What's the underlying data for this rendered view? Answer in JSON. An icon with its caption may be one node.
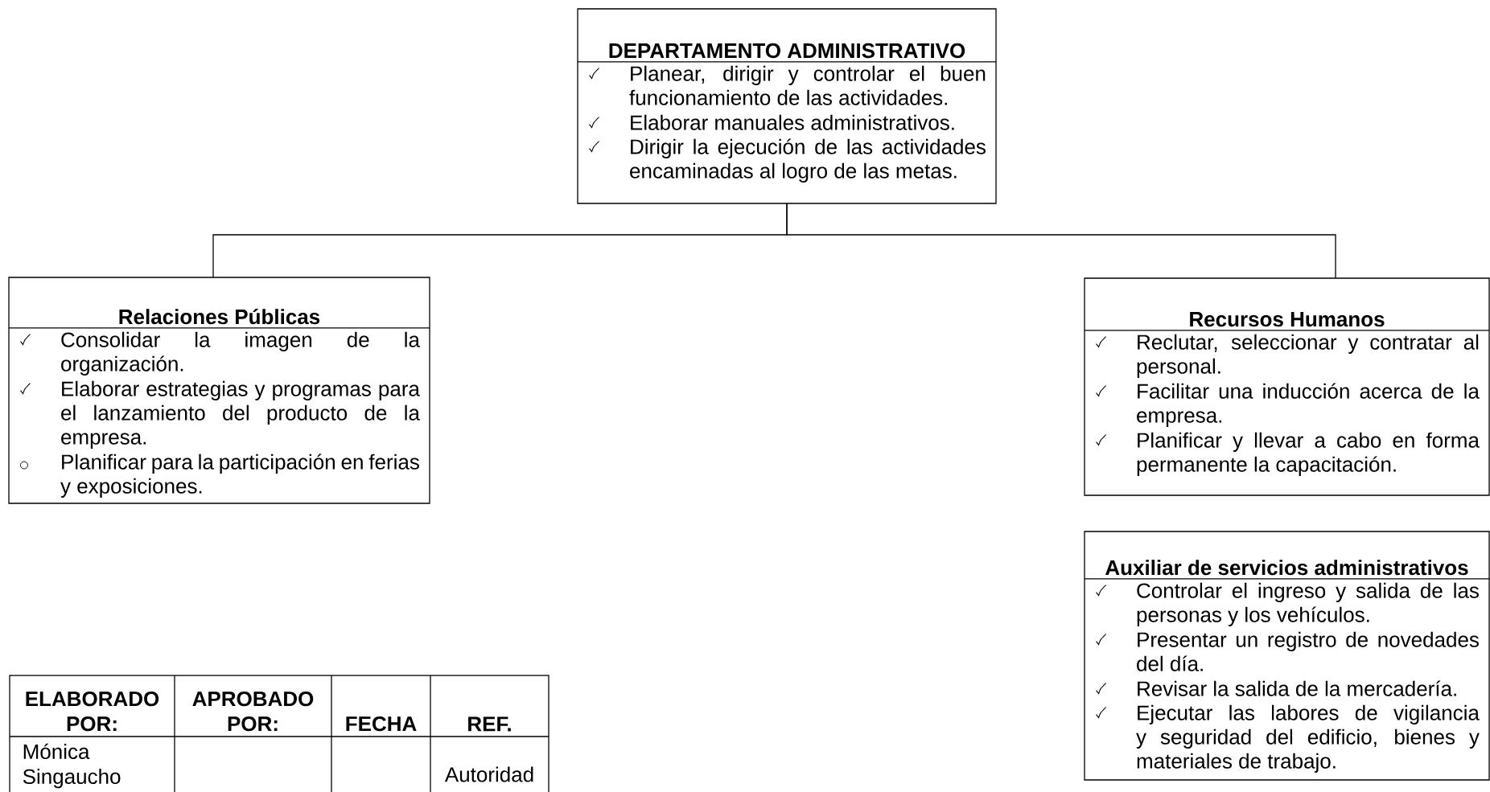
{
  "diagram": {
    "nodes": [
      {
        "text": [
          "DEPARTAMENTO  ADMINISTRATIVO",
          "Planear, dirigir y controlar el buen funcionamiento de  las actividades.",
          "Elaborar manuales administrativos.",
          "Dirigir la ejecución de las actividades encaminadas al logro de las metas."
        ]
      },
      {
        "text": [
          "Relaciones Públicas",
          "Consolidar la imagen de la organización.",
          "Elaborar estrategias y programas para el lanzamiento del producto de la empresa.",
          "Planificar para la participación en ferias y exposiciones."
        ]
      },
      {
        "text": [
          "Recursos Humanos",
          "Reclutar, seleccionar y contratar al personal.",
          "Facilitar  una inducción acerca de la empresa.",
          "Planificar y llevar a cabo en forma permanente la capacitación."
        ]
      },
      {
        "text": [
          "Auxiliar de servicios administrativos",
          "Controlar el ingreso y salida de las personas y los vehículos.",
          "Presentar un registro de novedades del día.",
          "Revisar la salida de la mercadería.",
          "Ejecutar las labores de vigilancia y seguridad del edificio, bienes y materiales de trabajo."
        ]
      }
    ],
    "edges": [
      {
        "from": 0,
        "to": 1,
        "arrow": "none"
      },
      {
        "from": 0,
        "to": 2,
        "arrow": "none"
      }
    ],
    "labels": [
      "ELABORADO POR:",
      "APROBADO POR:",
      "FECHA",
      "REF.",
      "Mónica Singaucho",
      "Autoridad"
    ]
  }
}
